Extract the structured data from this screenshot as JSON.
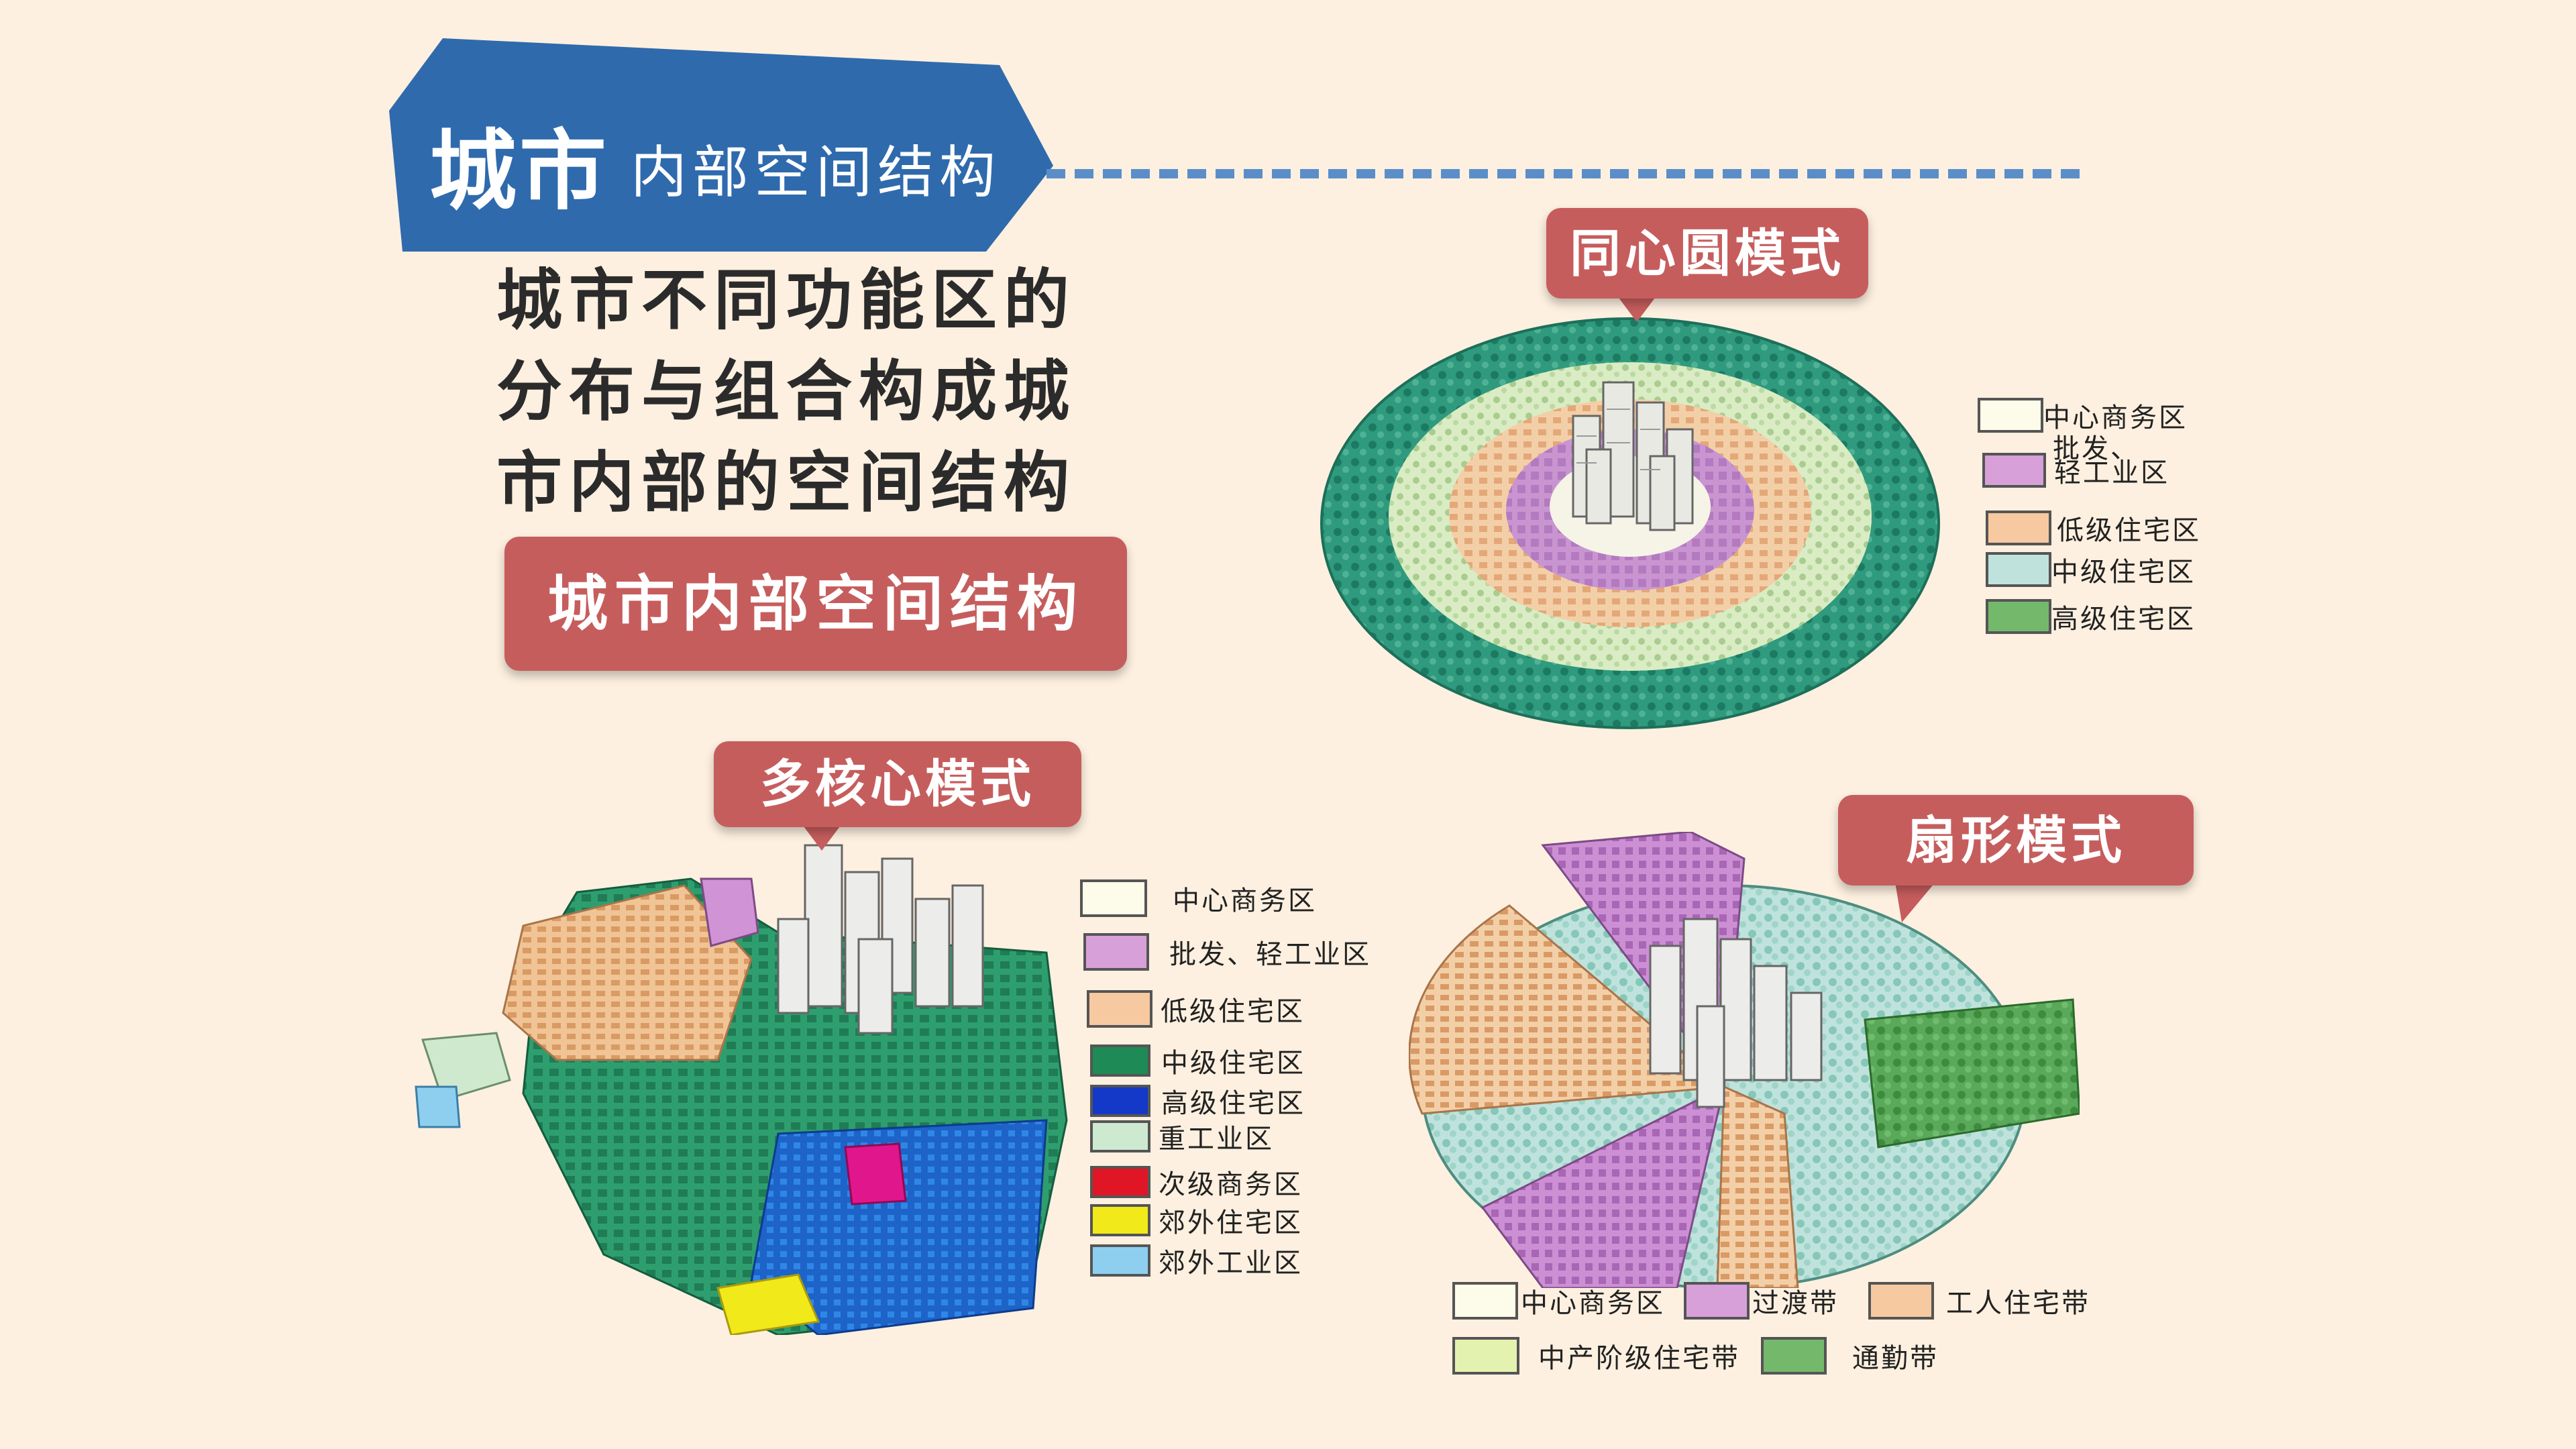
{
  "header": {
    "title_main": "城市",
    "title_sub": "内部空间结构"
  },
  "description": [
    "城市不同功能区的",
    "分布与组合构成城",
    "市内部的空间结构"
  ],
  "topic_button": "城市内部空间结构",
  "concentric": {
    "label": "同心圆模式",
    "legend": [
      {
        "label": "中心商务区",
        "color": "#fdfcea"
      },
      {
        "label": "批发、",
        "color": null
      },
      {
        "label": "轻工业区",
        "color": "#d8a0d8"
      },
      {
        "label": "低级住宅区",
        "color": "#f7c9a0"
      },
      {
        "label": "中级住宅区",
        "color": "#bfe3dc"
      },
      {
        "label": "高级住宅区",
        "color": "#74b86c"
      }
    ]
  },
  "multi_nuclei": {
    "label": "多核心模式",
    "legend": [
      {
        "label": "中心商务区",
        "color": "#fdfcea"
      },
      {
        "label": "批发、轻工业区",
        "color": "#d8a0d8"
      },
      {
        "label": "低级住宅区",
        "color": "#f7c9a0"
      },
      {
        "label": "中级住宅区",
        "color": "#1e8a55"
      },
      {
        "label": "高级住宅区",
        "color": "#1438c8"
      },
      {
        "label": "重工业区",
        "color": "#cde9cf"
      },
      {
        "label": "次级商务区",
        "color": "#e01626"
      },
      {
        "label": "郊外住宅区",
        "color": "#f2e91a"
      },
      {
        "label": "郊外工业区",
        "color": "#8ecff0"
      }
    ]
  },
  "sector": {
    "label": "扇形模式",
    "legend": [
      {
        "label": "中心商务区",
        "color": "#fdfcea"
      },
      {
        "label": "过渡带",
        "color": "#d8a0d8"
      },
      {
        "label": "工人住宅带",
        "color": "#f7c9a0"
      },
      {
        "label": "中产阶级住宅带",
        "color": "#e4f2b0"
      },
      {
        "label": "通勤带",
        "color": "#74b86c"
      }
    ]
  },
  "colors": {
    "banner_blue": "#2f6aad",
    "dash_blue": "#5b8ec9",
    "label_red": "#c65d5d",
    "background": "#fdf0e0"
  }
}
